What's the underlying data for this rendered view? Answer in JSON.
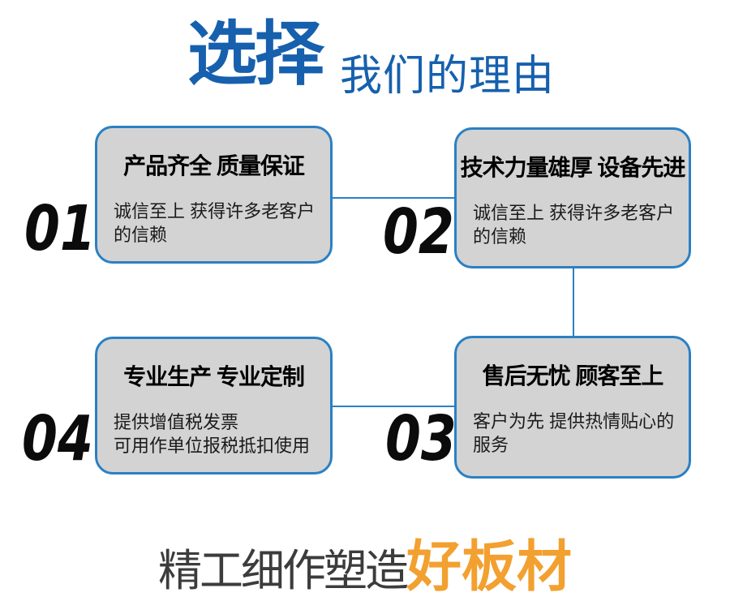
{
  "header": {
    "title_main": "选择",
    "title_sub": "我们的理由"
  },
  "cards": [
    {
      "number": "01",
      "title": "产品齐全 质量保证",
      "body": "诚信至上 获得许多老客户\n的信赖"
    },
    {
      "number": "02",
      "title": "技术力量雄厚 设备先进",
      "body": "诚信至上 获得许多老客户\n的信赖"
    },
    {
      "number": "04",
      "title": "专业生产 专业定制",
      "body": "提供增值税发票\n可用作单位报税抵扣使用"
    },
    {
      "number": "03",
      "title": "售后无忧 顾客至上",
      "body": "客户为先 提供热情贴心的\n服务"
    }
  ],
  "footer": {
    "text_main": "精工细作塑造",
    "text_accent": "好板材"
  },
  "colors": {
    "title_blue": "#1660ae",
    "card_border_blue": "#2b80c3",
    "card_fill_gray": "#d3d3d3",
    "number_black": "#0b0b0b",
    "footer_gray": "#3c3c3c",
    "accent_orange": "#f2a02f"
  }
}
